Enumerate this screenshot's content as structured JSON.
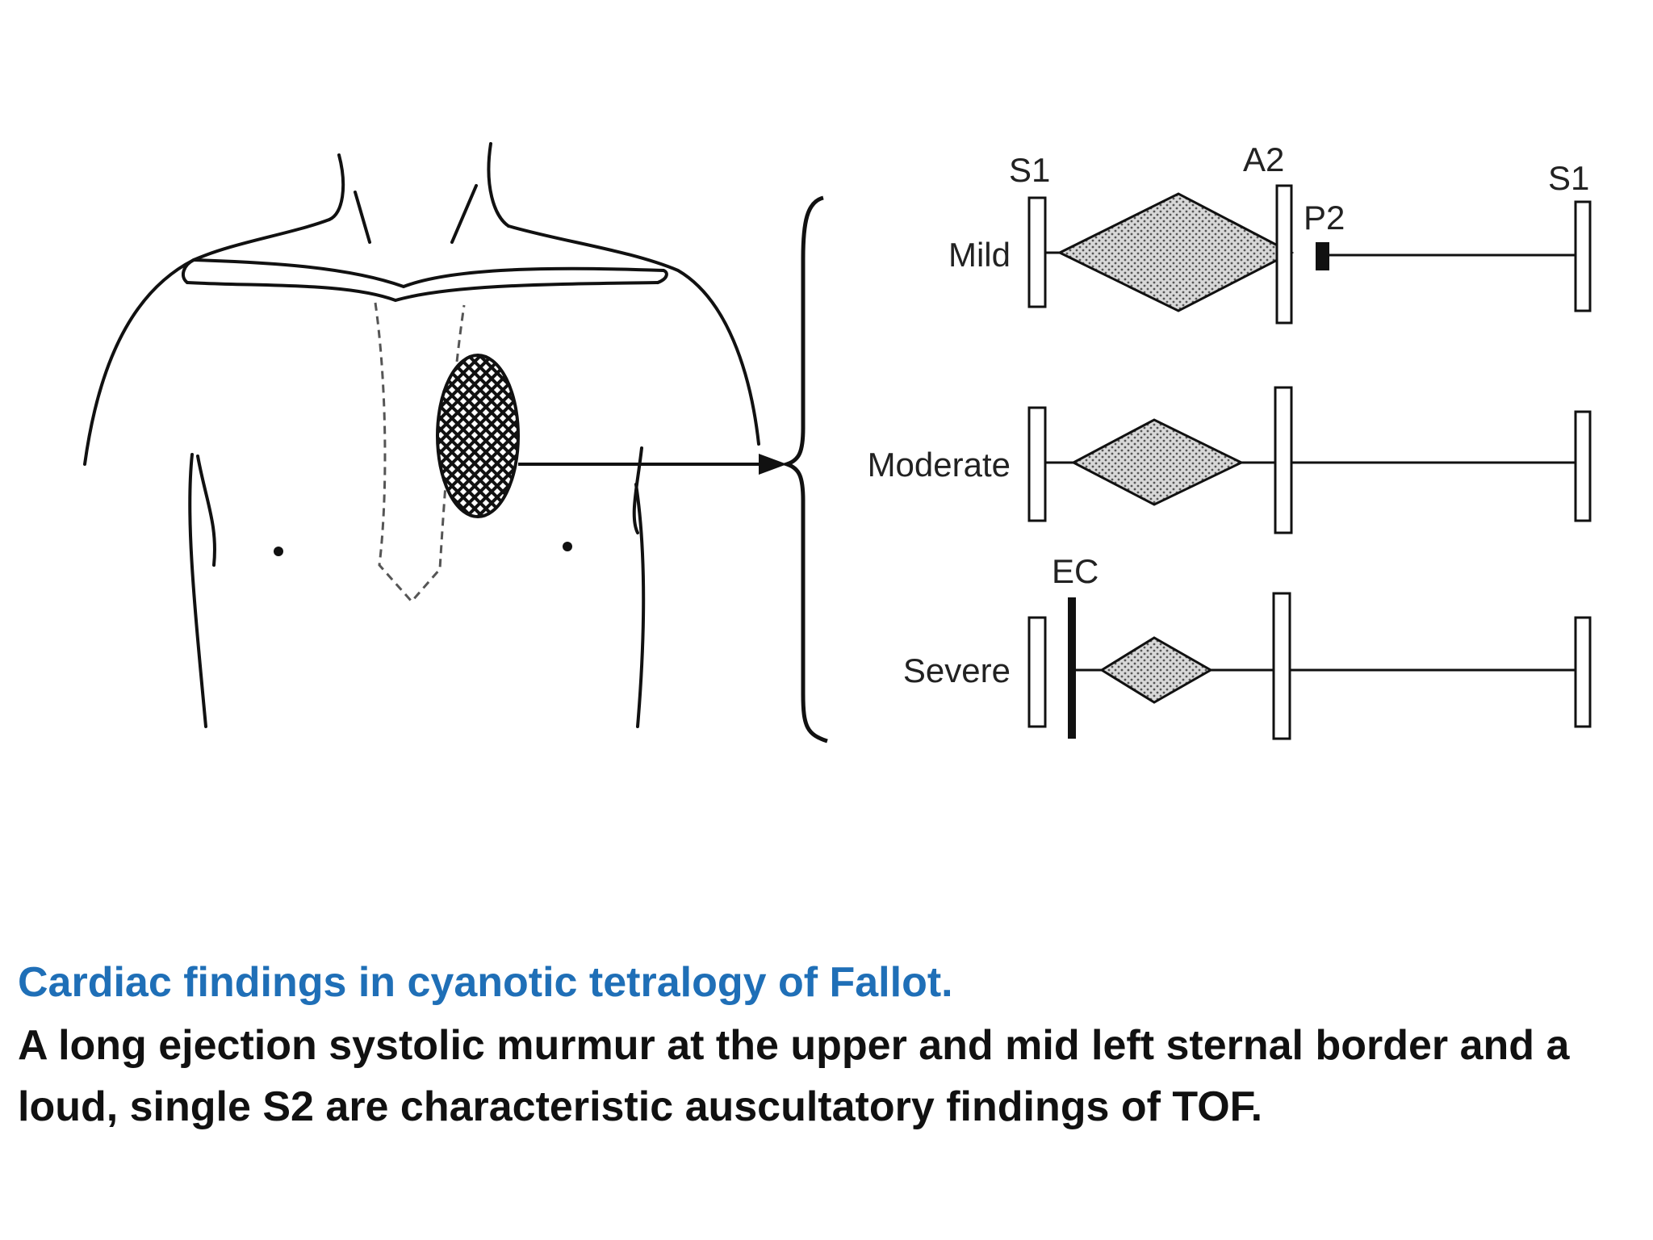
{
  "diagram": {
    "labels": {
      "s1_start": "S1",
      "a2": "A2",
      "p2": "P2",
      "s1_end": "S1",
      "ec": "EC"
    },
    "rows": [
      {
        "label": "Mild"
      },
      {
        "label": "Moderate"
      },
      {
        "label": "Severe"
      }
    ]
  },
  "caption": {
    "title": "Cardiac findings in cyanotic tetralogy of Fallot.",
    "body": "A long ejection systolic murmur at the upper and mid left sternal border and a loud, single S2 are characteristic auscultatory findings of TOF."
  },
  "colors": {
    "title": "#1f6fb7",
    "body_text": "#111111",
    "line": "#111111",
    "murmur_fill": "#c8c8c8"
  }
}
